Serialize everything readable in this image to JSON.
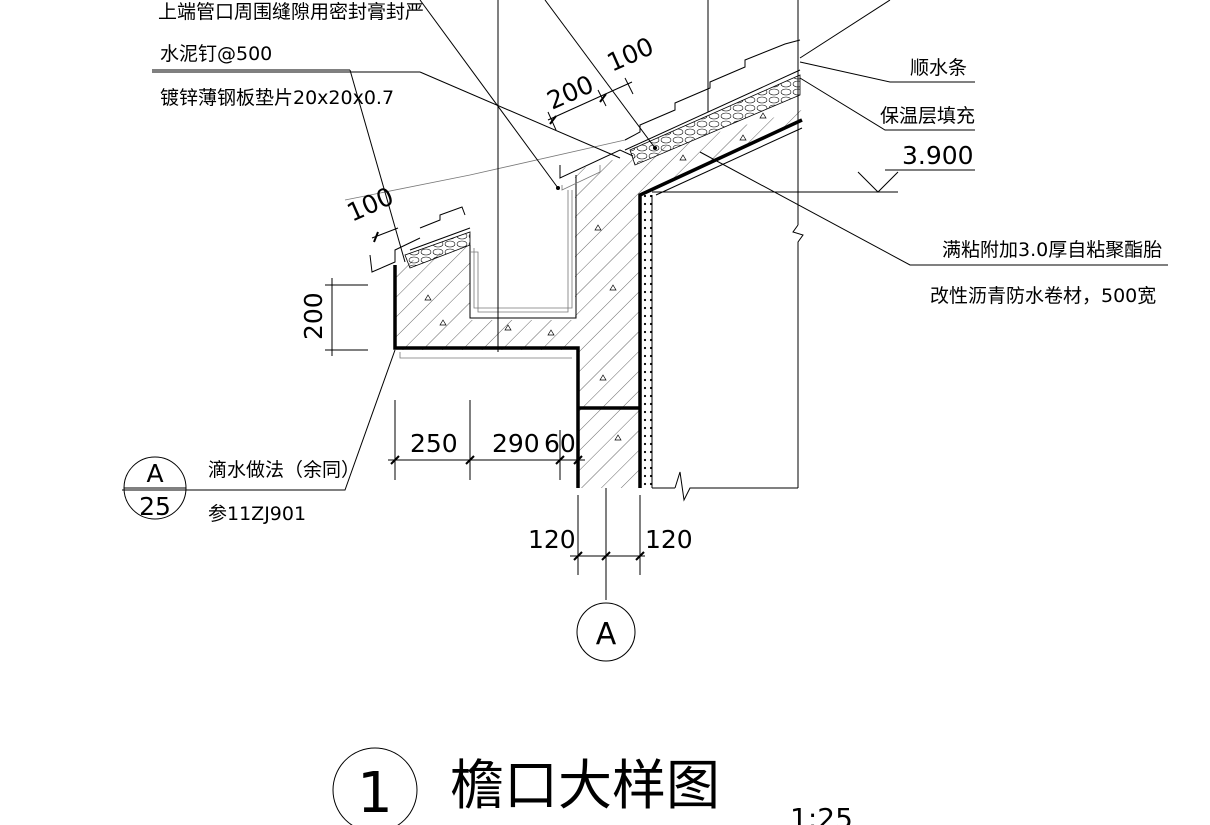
{
  "annotations": {
    "note_top_cut": "上端管口周围缝隙用密封膏封严",
    "nail": "水泥钉@500",
    "shim": "镀锌薄钢板垫片20x20x0.7",
    "water_strip": "顺水条",
    "insulation": "保温层填充",
    "elevation": "3.900",
    "membrane_line1": "满粘附加3.0厚自粘聚酯胎",
    "membrane_line2": "改性沥青防水卷材，500宽",
    "drip_method": "滴水做法（余同）",
    "drip_ref": "参11ZJ901"
  },
  "dimensions": {
    "slope_200": "200",
    "slope_100": "100",
    "eave_100": "100",
    "height_200": "200",
    "w_250": "250",
    "w_290": "290",
    "w_60": "60",
    "wall_left_120": "120",
    "wall_right_120": "120"
  },
  "detail_index": {
    "number": "A",
    "sheet": "25"
  },
  "axis_label": "A",
  "title": {
    "number": "1",
    "text": "檐口大样图",
    "scale": "1:25"
  }
}
